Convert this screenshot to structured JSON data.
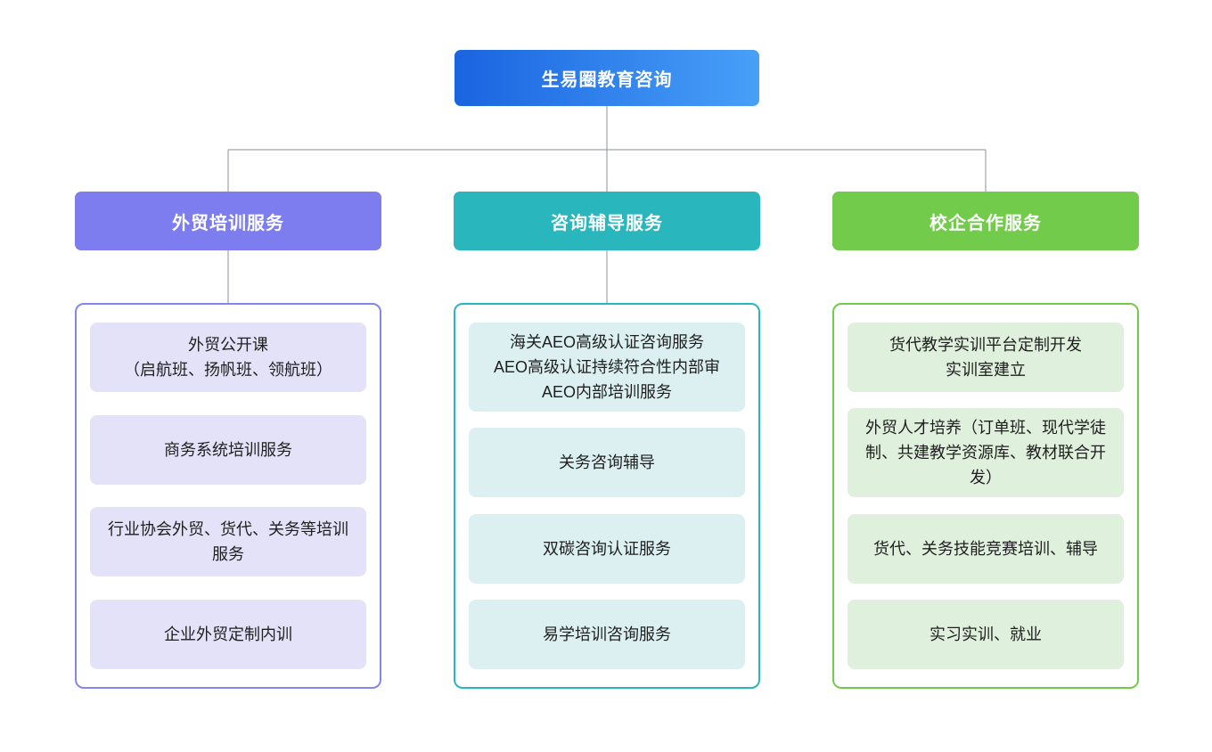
{
  "root_node": {
    "label": "生易圈教育咨询",
    "gradient_from": "#1a64e0",
    "gradient_to": "#48a0f8",
    "text_color": "#ffffff"
  },
  "connectors": {
    "color": "#8b929b"
  },
  "branches": [
    {
      "label": "外贸培训服务",
      "header_bg": "#7d7df0",
      "container_border": "#8585ef",
      "item_bg": "#e4e2f8",
      "items": [
        "外贸公开课\n（启航班、扬帆班、领航班）",
        "商务系统培训服务",
        "行业协会外贸、货代、关务等培训服务",
        "企业外贸定制内训"
      ]
    },
    {
      "label": "咨询辅导服务",
      "header_bg": "#29b6bc",
      "container_border": "#2bb6bd",
      "item_bg": "#dcf0f2",
      "items": [
        "海关AEO高级认证咨询服务\nAEO高级认证持续符合性内部审\nAEO内部培训服务",
        "关务咨询辅导",
        "双碳咨询认证服务",
        "易学培训咨询服务"
      ]
    },
    {
      "label": "校企合作服务",
      "header_bg": "#72cb4a",
      "container_border": "#72cb4a",
      "item_bg": "#dff0dc",
      "items": [
        "货代教学实训平台定制开发\n实训室建立",
        "外贸人才培养（订单班、现代学徒制、共建教学资源库、教材联合开发）",
        "货代、关务技能竞赛培训、辅导",
        "实习实训、就业"
      ]
    }
  ]
}
